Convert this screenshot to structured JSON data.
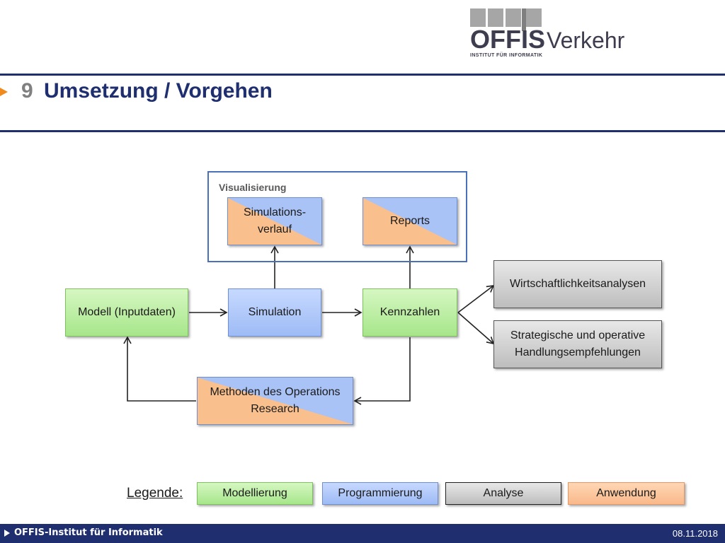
{
  "logo": {
    "brand": "OFFIS",
    "division": "Verkehr",
    "subtitle": "INSTITUT FÜR INFORMATIK"
  },
  "title": {
    "number": "9",
    "text": "Umsetzung / Vorgehen"
  },
  "diagram": {
    "visualization_group": "Visualisierung",
    "boxes": {
      "simulationsverlauf": "Simulations-\nverlauf",
      "reports": "Reports",
      "modell": "Modell (Inputdaten)",
      "simulation": "Simulation",
      "kennzahlen": "Kennzahlen",
      "wirtschaftlichkeit": "Wirtschaftlichkeitsanalysen",
      "strategisch": "Strategische und operative\nHandlungsempfehlungen",
      "methoden": "Methoden des Operations\nResearch"
    }
  },
  "legend": {
    "label": "Legende:",
    "items": [
      "Modellierung",
      "Programmierung",
      "Analyse",
      "Anwendung"
    ]
  },
  "colors": {
    "modellierung": "#a6e68a",
    "programmierung": "#9dbbf5",
    "analyse": "#bdbdbd",
    "anwendung": "#f9b98a",
    "accent": "#1f2e6e",
    "bullet": "#f08a1c"
  },
  "footer": {
    "org": "OFFIS-Institut für Informatik",
    "date": "08.11.2018"
  }
}
